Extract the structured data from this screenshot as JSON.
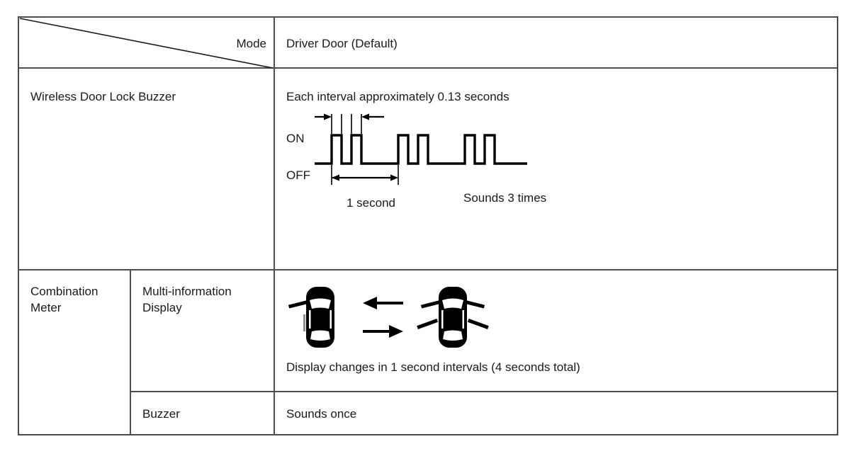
{
  "table": {
    "header": {
      "corner_label": "Mode",
      "mode_value": "Driver Door (Default)"
    },
    "rows": [
      {
        "label": "Wireless Door Lock Buzzer",
        "value_text": "Each interval approximately 0.13 seconds",
        "figure": {
          "type": "timing-waveform",
          "on_label": "ON",
          "off_label": "OFF",
          "interval_label": "1 second",
          "repeat_label": "Sounds 3 times"
        }
      },
      {
        "label": "Combination Meter",
        "sub_rows": [
          {
            "label": "Multi-information Display",
            "caption": "Display changes in 1 second intervals (4 seconds total)",
            "figure": {
              "type": "car-hazard-animation",
              "left_icon": "car-top-view-single-flash",
              "right_icon": "car-top-view-all-flash",
              "arrow_upper": "arrow-left",
              "arrow_lower": "arrow-right"
            }
          },
          {
            "label": "Buzzer",
            "value_text": "Sounds once"
          }
        ]
      }
    ]
  },
  "chart_data": {
    "type": "line",
    "title": "Wireless Door Lock Buzzer timing",
    "xlabel": "",
    "ylabel": "",
    "states": [
      "OFF",
      "ON"
    ],
    "pulse_width_seconds": 0.13,
    "group_period_seconds": 1,
    "pulses_per_group": 2,
    "group_count": 3,
    "annotations": [
      "Each interval approximately 0.13 seconds",
      "1 second",
      "Sounds 3 times"
    ],
    "grid": false,
    "legend": "none"
  },
  "colors": {
    "border": "#4d4d4d",
    "ink": "#1a1a1a",
    "figure": "#000000",
    "background": "#ffffff"
  }
}
